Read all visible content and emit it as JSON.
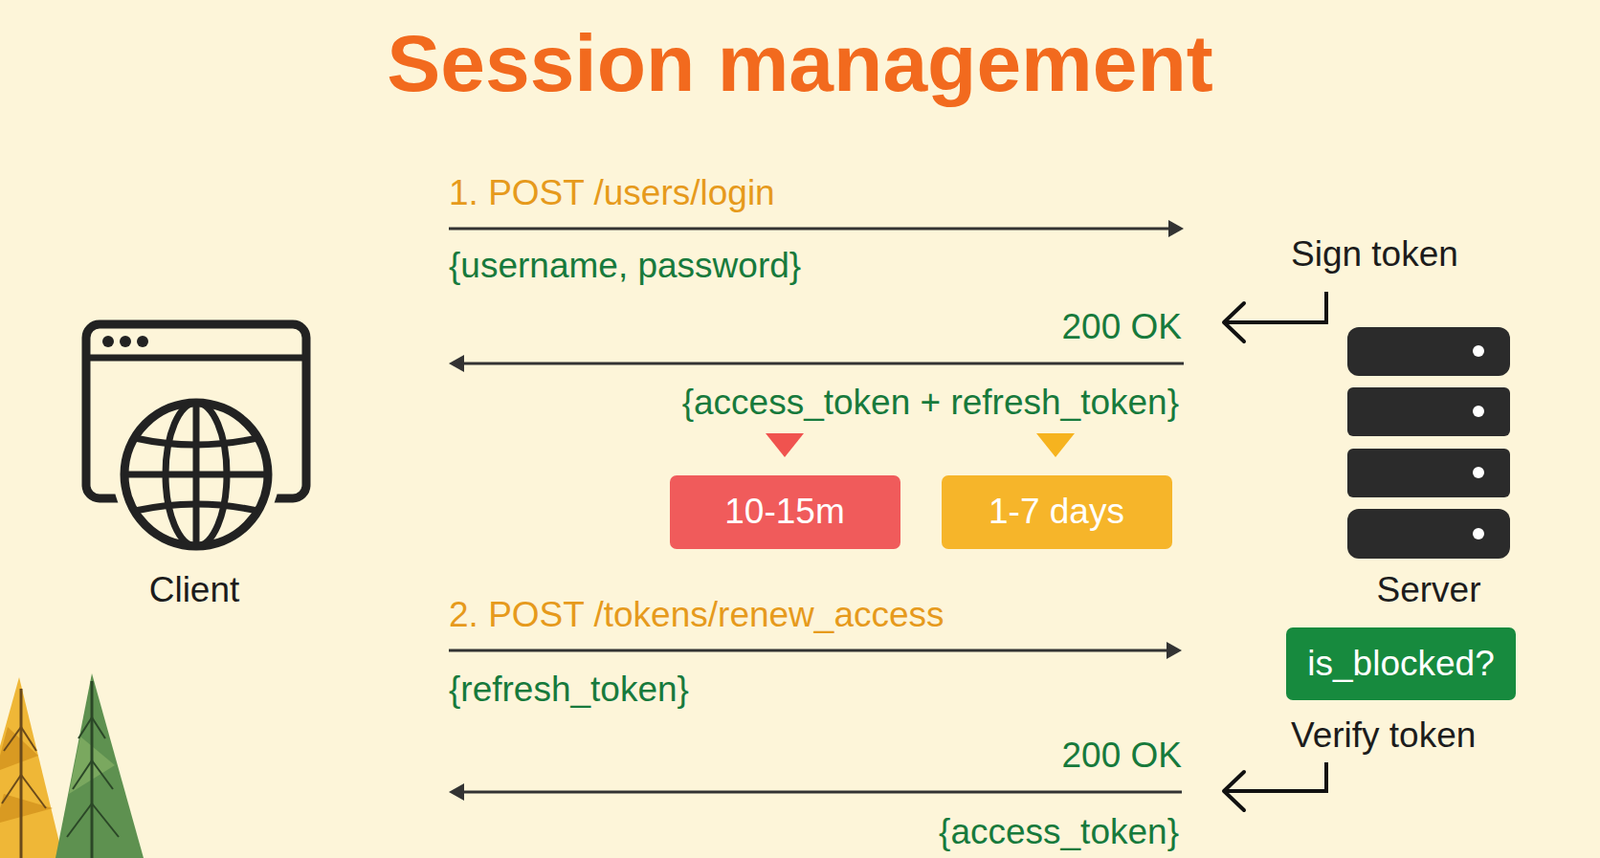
{
  "diagram": {
    "title": "Session management",
    "nodes": [
      {
        "text": [
          "10-15m"
        ]
      },
      {
        "text": [
          "1-7 days"
        ]
      },
      {
        "text": [
          "is_blocked?"
        ]
      }
    ],
    "labels": [
      "1. POST /users/login",
      "{username, password}",
      "Sign token",
      "200 OK",
      "{access_token + refresh_token}",
      "Client",
      "Server",
      "2. POST /tokens/renew_access",
      "{refresh_token}",
      "Verify token",
      "200 OK",
      "{access_token}"
    ]
  }
}
